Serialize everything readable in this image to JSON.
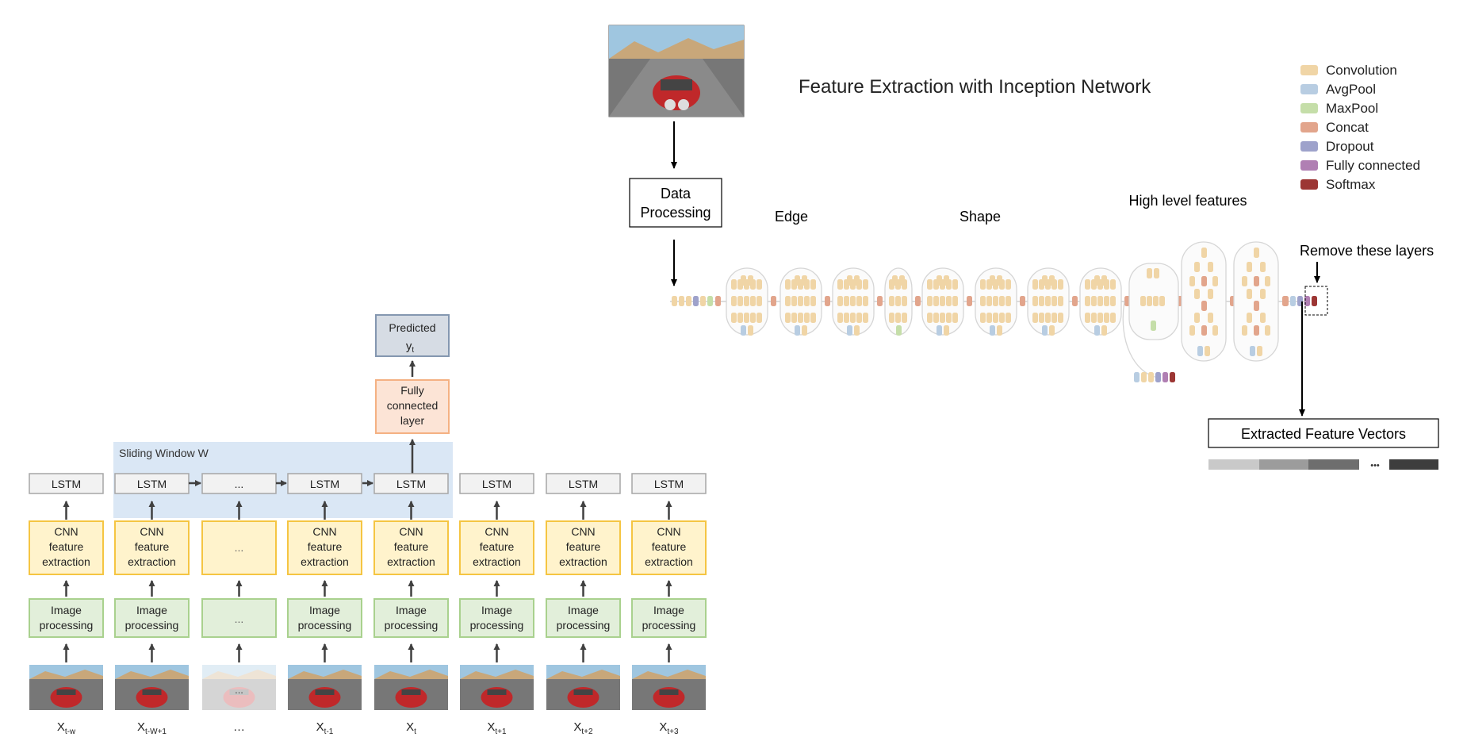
{
  "title": "Feature Extraction with Inception Network",
  "colors": {
    "convolution": "#f0d5a6",
    "avgpool": "#b8cde2",
    "maxpool": "#c5dea9",
    "concat": "#e2a58c",
    "dropout": "#9ea2cb",
    "fully_connected": "#b07fb3",
    "softmax": "#9c3634",
    "lstm_fill": "#f2f2f2",
    "lstm_stroke": "#a6a6a6",
    "cnn_fill": "#fff3cc",
    "cnn_stroke": "#f5c542",
    "img_fill": "#e2efda",
    "img_stroke": "#a9d18e",
    "fc_fill": "#fce4d6",
    "fc_stroke": "#f4b183",
    "pred_fill": "#d6dce4",
    "pred_stroke": "#8497b0",
    "window_fill": "#dae7f5"
  },
  "legend": [
    {
      "label": "Convolution",
      "color": "#f0d5a6"
    },
    {
      "label": "AvgPool",
      "color": "#b8cde2"
    },
    {
      "label": "MaxPool",
      "color": "#c5dea9"
    },
    {
      "label": "Concat",
      "color": "#e2a58c"
    },
    {
      "label": "Dropout",
      "color": "#9ea2cb"
    },
    {
      "label": "Fully connected",
      "color": "#b07fb3"
    },
    {
      "label": "Softmax",
      "color": "#9c3634"
    }
  ],
  "inception": {
    "data_processing_line1": "Data",
    "data_processing_line2": "Processing",
    "stage_edge": "Edge",
    "stage_shape": "Shape",
    "stage_high": "High level features",
    "remove_label": "Remove these layers",
    "extracted_label": "Extracted Feature Vectors",
    "dots": "•••"
  },
  "pipeline": {
    "sliding_window_label": "Sliding Window W",
    "predicted_line1": "Predicted",
    "predicted_y": "y",
    "predicted_sub": "t",
    "fc_line1": "Fully",
    "fc_line2": "connected",
    "fc_line3": "layer",
    "lstm_label": "LSTM",
    "cnn_line1": "CNN",
    "cnn_line2": "feature",
    "cnn_line3": "extraction",
    "img_line1": "Image",
    "img_line2": "processing",
    "ellipsis": "...",
    "columns": [
      {
        "x_base": "X",
        "x_sub": "t-w"
      },
      {
        "x_base": "X",
        "x_sub": "t-W+1"
      },
      {
        "x_base": "…",
        "x_sub": ""
      },
      {
        "x_base": "X",
        "x_sub": "t-1"
      },
      {
        "x_base": "X",
        "x_sub": "t"
      },
      {
        "x_base": "X",
        "x_sub": "t+1"
      },
      {
        "x_base": "X",
        "x_sub": "t+2"
      },
      {
        "x_base": "X",
        "x_sub": "t+3"
      }
    ]
  }
}
